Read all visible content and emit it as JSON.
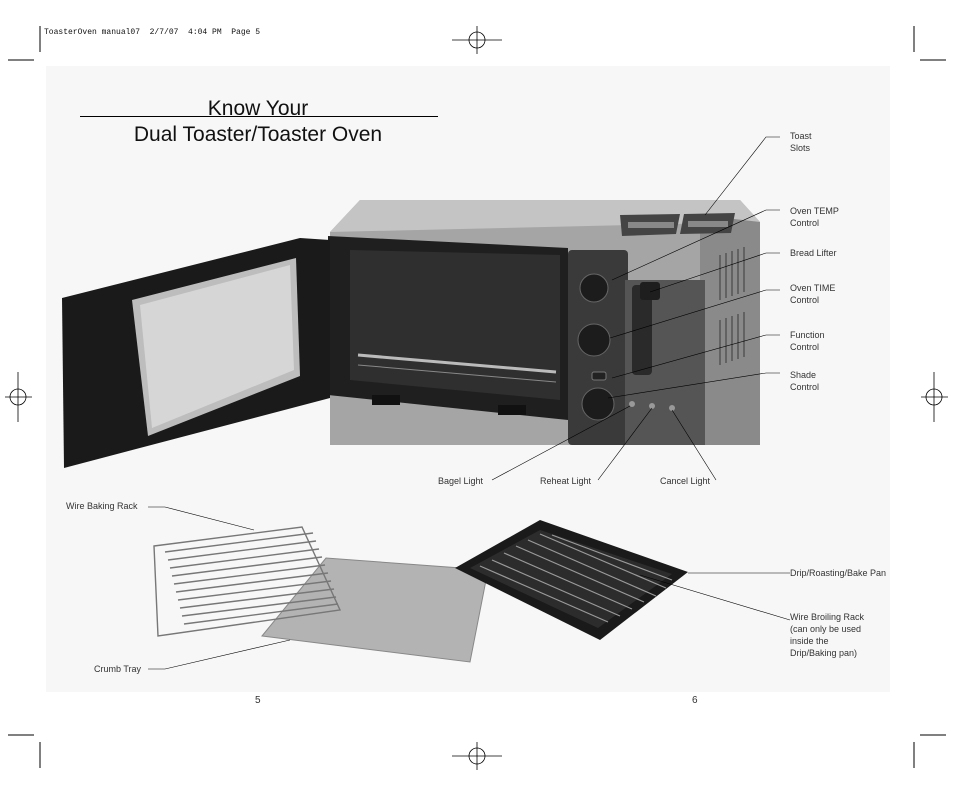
{
  "print_header": "ToasterOven manual07  2/7/07  4:04 PM  Page 5",
  "title": {
    "line1": "Know Your",
    "line2": "Dual Toaster/Toaster Oven"
  },
  "callouts": {
    "toast_slots": [
      "Toast",
      "Slots"
    ],
    "oven_temp": [
      "Oven TEMP",
      "Control"
    ],
    "bread_lifter": "Bread Lifter",
    "oven_time": [
      "Oven TIME",
      "Control"
    ],
    "function": [
      "Function",
      "Control"
    ],
    "shade": [
      "Shade",
      "Control"
    ],
    "bagel_light": "Bagel Light",
    "reheat_light": "Reheat Light",
    "cancel_light": "Cancel Light",
    "wire_baking_rack": "Wire Baking Rack",
    "crumb_tray": "Crumb Tray",
    "drip_pan": "Drip/Roasting/Bake Pan",
    "wire_broiling_rack": [
      "Wire Broiling Rack",
      "(can only be used",
      "inside the",
      "Drip/Baking pan)"
    ]
  },
  "page_numbers": {
    "left": "5",
    "right": "6"
  },
  "colors": {
    "text": "#333333",
    "rule": "#000000",
    "appliance_dark": "#2a2a2a",
    "appliance_steel": "#9a9a9a"
  }
}
